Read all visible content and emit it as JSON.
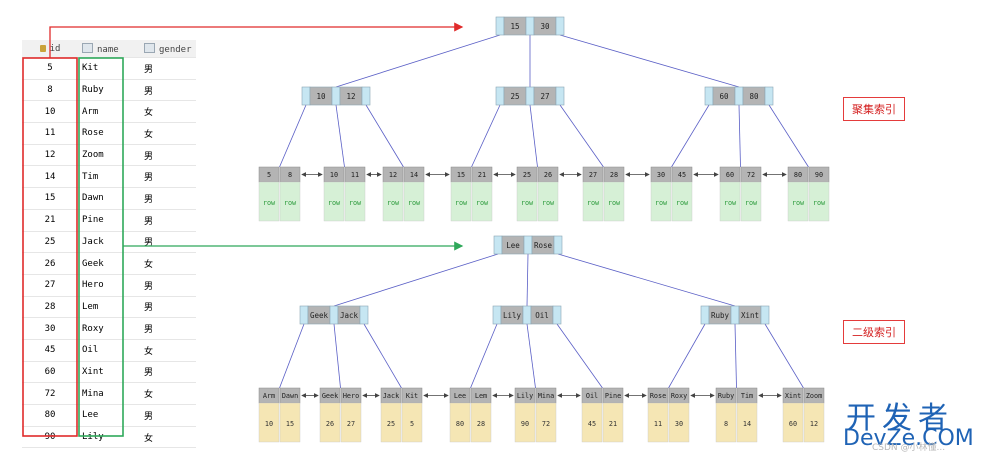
{
  "table": {
    "headers": [
      "id",
      "name",
      "gender"
    ],
    "rows": [
      [
        "5",
        "Kit",
        "男"
      ],
      [
        "8",
        "Ruby",
        "男"
      ],
      [
        "10",
        "Arm",
        "女"
      ],
      [
        "11",
        "Rose",
        "女"
      ],
      [
        "12",
        "Zoom",
        "男"
      ],
      [
        "14",
        "Tim",
        "男"
      ],
      [
        "15",
        "Dawn",
        "男"
      ],
      [
        "21",
        "Pine",
        "男"
      ],
      [
        "25",
        "Jack",
        "男"
      ],
      [
        "26",
        "Geek",
        "女"
      ],
      [
        "27",
        "Hero",
        "男"
      ],
      [
        "28",
        "Lem",
        "男"
      ],
      [
        "30",
        "Roxy",
        "男"
      ],
      [
        "45",
        "Oil",
        "女"
      ],
      [
        "60",
        "Xint",
        "男"
      ],
      [
        "72",
        "Mina",
        "女"
      ],
      [
        "80",
        "Lee",
        "男"
      ],
      [
        "90",
        "Lily",
        "女"
      ]
    ]
  },
  "clustered": {
    "caption": "聚集索引",
    "root": [
      "15",
      "30"
    ],
    "level2": [
      [
        "10",
        "12"
      ],
      [
        "25",
        "27"
      ],
      [
        "60",
        "80"
      ]
    ],
    "leaves": [
      [
        "5",
        "8"
      ],
      [
        "10",
        "11"
      ],
      [
        "12",
        "14"
      ],
      [
        "15",
        "21"
      ],
      [
        "25",
        "26"
      ],
      [
        "27",
        "28"
      ],
      [
        "30",
        "45"
      ],
      [
        "60",
        "72"
      ],
      [
        "80",
        "90"
      ]
    ],
    "row_label": "row"
  },
  "secondary": {
    "caption": "二级索引",
    "root": [
      "Lee",
      "Rose"
    ],
    "level2": [
      [
        "Geek",
        "Jack"
      ],
      [
        "Lily",
        "Oil"
      ],
      [
        "Ruby",
        "Xint"
      ]
    ],
    "leaves": [
      {
        "keys": [
          "Arm",
          "Dawn"
        ],
        "ids": [
          "10",
          "15"
        ]
      },
      {
        "keys": [
          "Geek",
          "Hero"
        ],
        "ids": [
          "26",
          "27"
        ]
      },
      {
        "keys": [
          "Jack",
          "Kit"
        ],
        "ids": [
          "25",
          "5"
        ]
      },
      {
        "keys": [
          "Lee",
          "Lem"
        ],
        "ids": [
          "80",
          "28"
        ]
      },
      {
        "keys": [
          "Lily",
          "Mina"
        ],
        "ids": [
          "90",
          "72"
        ]
      },
      {
        "keys": [
          "Oil",
          "Pine"
        ],
        "ids": [
          "45",
          "21"
        ]
      },
      {
        "keys": [
          "Rose",
          "Roxy"
        ],
        "ids": [
          "11",
          "30"
        ]
      },
      {
        "keys": [
          "Ruby",
          "Tim"
        ],
        "ids": [
          "8",
          "14"
        ]
      },
      {
        "keys": [
          "Xint",
          "Zoom"
        ],
        "ids": [
          "60",
          "12"
        ]
      }
    ]
  },
  "watermark": {
    "line1": "开发者",
    "line2": "DevZe.COM",
    "line3": "CSDN @小林懂..."
  },
  "colors": {
    "key_gray": "#b4b4b4",
    "pointer_blue": "#c6e6f2",
    "row_green": "#d6f0d6",
    "id_yellow": "#f5e6b4",
    "edge": "#5a5fc6",
    "red": "#e02b2b",
    "green": "#2fa85a"
  }
}
